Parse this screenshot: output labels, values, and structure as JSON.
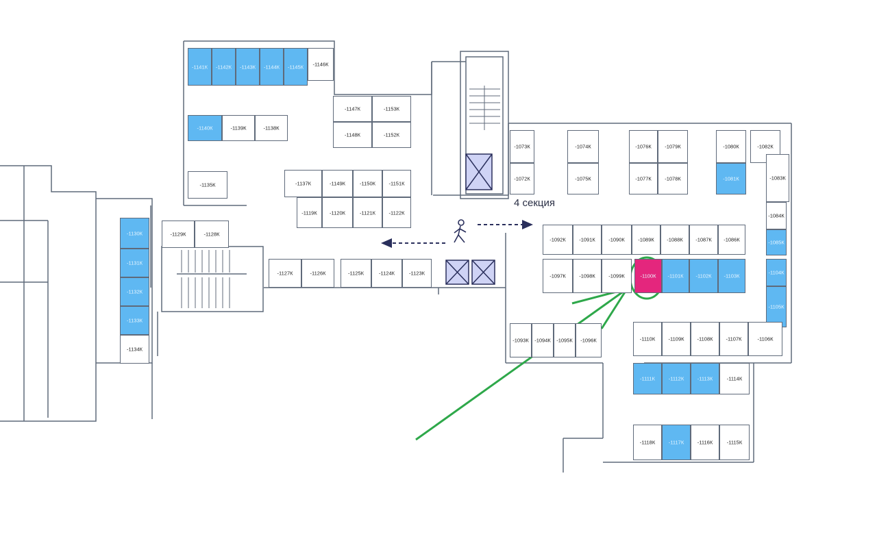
{
  "map": {
    "section_label": "4 секция",
    "highlight_color": "#e4267d",
    "available_color": "#5fb8f2",
    "arrow_color": "#2ea84a",
    "units": [
      {
        "id": "-1141К",
        "status": "available"
      },
      {
        "id": "-1142К",
        "status": "available"
      },
      {
        "id": "-1143К",
        "status": "available"
      },
      {
        "id": "-1144К",
        "status": "available"
      },
      {
        "id": "-1145К",
        "status": "available"
      },
      {
        "id": "-1146К",
        "status": "regular"
      },
      {
        "id": "-1147К",
        "status": "regular"
      },
      {
        "id": "-1153К",
        "status": "regular"
      },
      {
        "id": "-1148К",
        "status": "regular"
      },
      {
        "id": "-1152К",
        "status": "regular"
      },
      {
        "id": "-1140К",
        "status": "available"
      },
      {
        "id": "-1139К",
        "status": "regular"
      },
      {
        "id": "-1138К",
        "status": "regular"
      },
      {
        "id": "-1135К",
        "status": "regular"
      },
      {
        "id": "-1137К",
        "status": "regular"
      },
      {
        "id": "-1149К",
        "status": "regular"
      },
      {
        "id": "-1150К",
        "status": "regular"
      },
      {
        "id": "-1151К",
        "status": "regular"
      },
      {
        "id": "-1119К",
        "status": "regular"
      },
      {
        "id": "-1120К",
        "status": "regular"
      },
      {
        "id": "-1121К",
        "status": "regular"
      },
      {
        "id": "-1122К",
        "status": "regular"
      },
      {
        "id": "-1130К",
        "status": "available"
      },
      {
        "id": "-1131К",
        "status": "available"
      },
      {
        "id": "-1132К",
        "status": "available"
      },
      {
        "id": "-1133К",
        "status": "available"
      },
      {
        "id": "-1134К",
        "status": "regular"
      },
      {
        "id": "-1129К",
        "status": "regular"
      },
      {
        "id": "-1128К",
        "status": "regular"
      },
      {
        "id": "-1127К",
        "status": "regular"
      },
      {
        "id": "-1126К",
        "status": "regular"
      },
      {
        "id": "-1125К",
        "status": "regular"
      },
      {
        "id": "-1124К",
        "status": "regular"
      },
      {
        "id": "-1123К",
        "status": "regular"
      },
      {
        "id": "-1073К",
        "status": "regular"
      },
      {
        "id": "-1074К",
        "status": "regular"
      },
      {
        "id": "-1076К",
        "status": "regular"
      },
      {
        "id": "-1079К",
        "status": "regular"
      },
      {
        "id": "-1080К",
        "status": "regular"
      },
      {
        "id": "-1082К",
        "status": "regular"
      },
      {
        "id": "-1072К",
        "status": "regular"
      },
      {
        "id": "-1075К",
        "status": "regular"
      },
      {
        "id": "-1077К",
        "status": "regular"
      },
      {
        "id": "-1078К",
        "status": "regular"
      },
      {
        "id": "-1081К",
        "status": "available"
      },
      {
        "id": "-1083К",
        "status": "regular"
      },
      {
        "id": "-1084К",
        "status": "regular"
      },
      {
        "id": "-1085К",
        "status": "available"
      },
      {
        "id": "-1092К",
        "status": "regular"
      },
      {
        "id": "-1091К",
        "status": "regular"
      },
      {
        "id": "-1090К",
        "status": "regular"
      },
      {
        "id": "-1089К",
        "status": "regular"
      },
      {
        "id": "-1088К",
        "status": "regular"
      },
      {
        "id": "-1087К",
        "status": "regular"
      },
      {
        "id": "-1086К",
        "status": "regular"
      },
      {
        "id": "-1097К",
        "status": "regular"
      },
      {
        "id": "-1098К",
        "status": "regular"
      },
      {
        "id": "-1099К",
        "status": "regular"
      },
      {
        "id": "-1100К",
        "status": "selected"
      },
      {
        "id": "-1101К",
        "status": "available"
      },
      {
        "id": "-1102К",
        "status": "available"
      },
      {
        "id": "-1103К",
        "status": "available"
      },
      {
        "id": "-1104К",
        "status": "available"
      },
      {
        "id": "-1105К",
        "status": "available"
      },
      {
        "id": "-1093К",
        "status": "regular"
      },
      {
        "id": "-1094К",
        "status": "regular"
      },
      {
        "id": "-1095К",
        "status": "regular"
      },
      {
        "id": "-1096К",
        "status": "regular"
      },
      {
        "id": "-1110К",
        "status": "regular"
      },
      {
        "id": "-1109К",
        "status": "regular"
      },
      {
        "id": "-1108К",
        "status": "regular"
      },
      {
        "id": "-1107К",
        "status": "regular"
      },
      {
        "id": "-1106К",
        "status": "regular"
      },
      {
        "id": "-1111К",
        "status": "available"
      },
      {
        "id": "-1112К",
        "status": "available"
      },
      {
        "id": "-1113К",
        "status": "available"
      },
      {
        "id": "-1114К",
        "status": "regular"
      },
      {
        "id": "-1118К",
        "status": "regular"
      },
      {
        "id": "-1117К",
        "status": "available"
      },
      {
        "id": "-1116К",
        "status": "regular"
      },
      {
        "id": "-1115К",
        "status": "regular"
      }
    ]
  }
}
